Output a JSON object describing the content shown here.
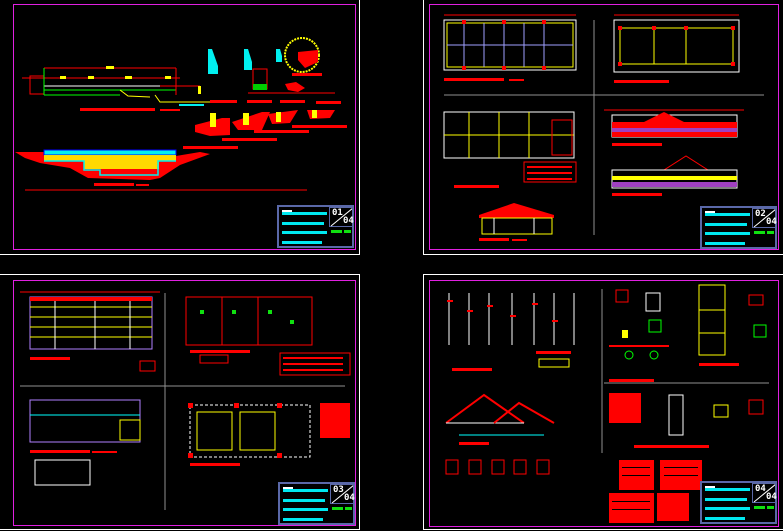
{
  "colors": {
    "border_outer": "#ffffff",
    "border_inner": "#e020e0",
    "title_block": "#5a68a8",
    "text_bar": "#00e8f0"
  },
  "sheets": [
    {
      "number": "01",
      "total": "04"
    },
    {
      "number": "02",
      "total": "04"
    },
    {
      "number": "03",
      "total": "04"
    },
    {
      "number": "04",
      "total": "04"
    }
  ]
}
